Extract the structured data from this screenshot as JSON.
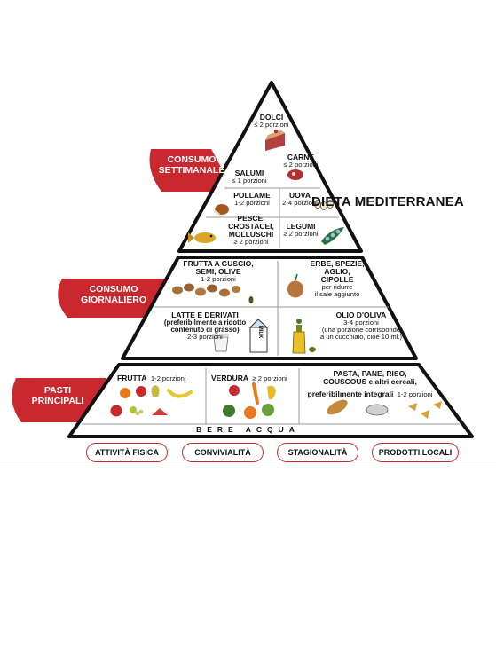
{
  "title": "DIETA MEDITERRANEA",
  "ribbons": {
    "settimanale": [
      "CONSUMO",
      "SETTIMANALE"
    ],
    "giornaliero": [
      "CONSUMO",
      "GIORNALIERO"
    ],
    "pasti": [
      "PASTI",
      "PRINCIPALI"
    ]
  },
  "weekly": {
    "dolci": {
      "name": "DOLCI",
      "portions": "≤ 2 porzioni"
    },
    "carne": {
      "name": "CARNE",
      "portions": "≤ 2 porzioni"
    },
    "salumi": {
      "name": "SALUMI",
      "portions": "≤ 1 porzioni"
    },
    "pollame": {
      "name": "POLLAME",
      "portions": "1-2 porzioni"
    },
    "uova": {
      "name": "UOVA",
      "portions": "2-4 porzioni"
    },
    "pesce": {
      "lines": [
        "PESCE,",
        "CROSTACEI,",
        "MOLLUSCHI"
      ],
      "portions": "≥ 2 porzioni"
    },
    "legumi": {
      "name": "LEGUMI",
      "portions": "≥ 2 porzioni"
    }
  },
  "daily": {
    "frutta_guscio": {
      "lines": [
        "FRUTTA A GUSCIO,",
        "SEMI, OLIVE"
      ],
      "portions": "1-2 porzioni"
    },
    "erbe": {
      "lines": [
        "ERBE, SPEZIE,",
        "AGLIO,",
        "CIPOLLE"
      ],
      "notes": [
        "per ridurre",
        "il sale aggiunto"
      ]
    },
    "latte": {
      "name": "LATTE E DERIVATI",
      "notes": [
        "(preferibilmente a ridotto",
        "contenuto di grasso)"
      ],
      "portions": "2-3 porzioni",
      "carton_label": "MILK"
    },
    "olio": {
      "name": "OLIO D'OLIVA",
      "portions": "3-4 porzioni",
      "notes": [
        "(una porzione corrisponde",
        "a un cucchiaio, cioè 10 ml.)"
      ]
    }
  },
  "main": {
    "frutta": {
      "name": "FRUTTA",
      "portions": "1-2 porzioni"
    },
    "verdura": {
      "name": "VERDURA",
      "portions": "≥ 2 porzioni"
    },
    "pasta": {
      "lines": [
        "PASTA, PANE, RISO,",
        "COUSCOUS e altri cereali,"
      ],
      "last_bold": "preferibilmente integrali",
      "portions": "1-2 porzioni"
    }
  },
  "water": "BERE ACQUA",
  "footer": [
    "ATTIVITÀ FISICA",
    "CONVIVIALITÀ",
    "STAGIONALITÀ",
    "PRODOTTI LOCALI"
  ],
  "colors": {
    "red": "#c8282e",
    "outline": "#111111",
    "divider": "#999999"
  }
}
